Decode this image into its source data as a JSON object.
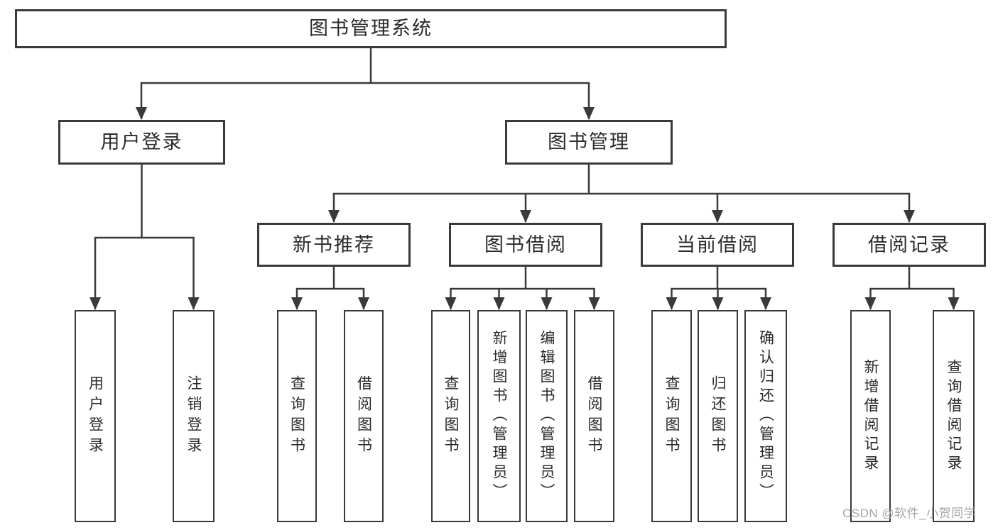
{
  "tree": {
    "label": "图书管理系统",
    "children": [
      {
        "label": "用户登录",
        "children": [
          {
            "label": "用户登录"
          },
          {
            "label": "注销登录"
          }
        ]
      },
      {
        "label": "图书管理",
        "children": [
          {
            "label": "新书推荐",
            "children": [
              {
                "label": "查询图书"
              },
              {
                "label": "借阅图书"
              }
            ]
          },
          {
            "label": "图书借阅",
            "children": [
              {
                "label": "查询图书"
              },
              {
                "label": "新增图书（管理员）"
              },
              {
                "label": "编辑图书（管理员）"
              },
              {
                "label": "借阅图书"
              }
            ]
          },
          {
            "label": "当前借阅",
            "children": [
              {
                "label": "查询图书"
              },
              {
                "label": "归还图书"
              },
              {
                "label": "确认归还（管理员）"
              }
            ]
          },
          {
            "label": "借阅记录",
            "children": [
              {
                "label": "新增借阅记录"
              },
              {
                "label": "查询借阅记录"
              }
            ]
          }
        ]
      }
    ]
  },
  "watermark": {
    "text": "CSDN @软件_小贺同学"
  },
  "colors": {
    "line": "#3a3a3a",
    "box_border": "#3a3a3a",
    "text": "#2b2b2b",
    "watermark": "#a6a6a6",
    "background": "#ffffff"
  }
}
